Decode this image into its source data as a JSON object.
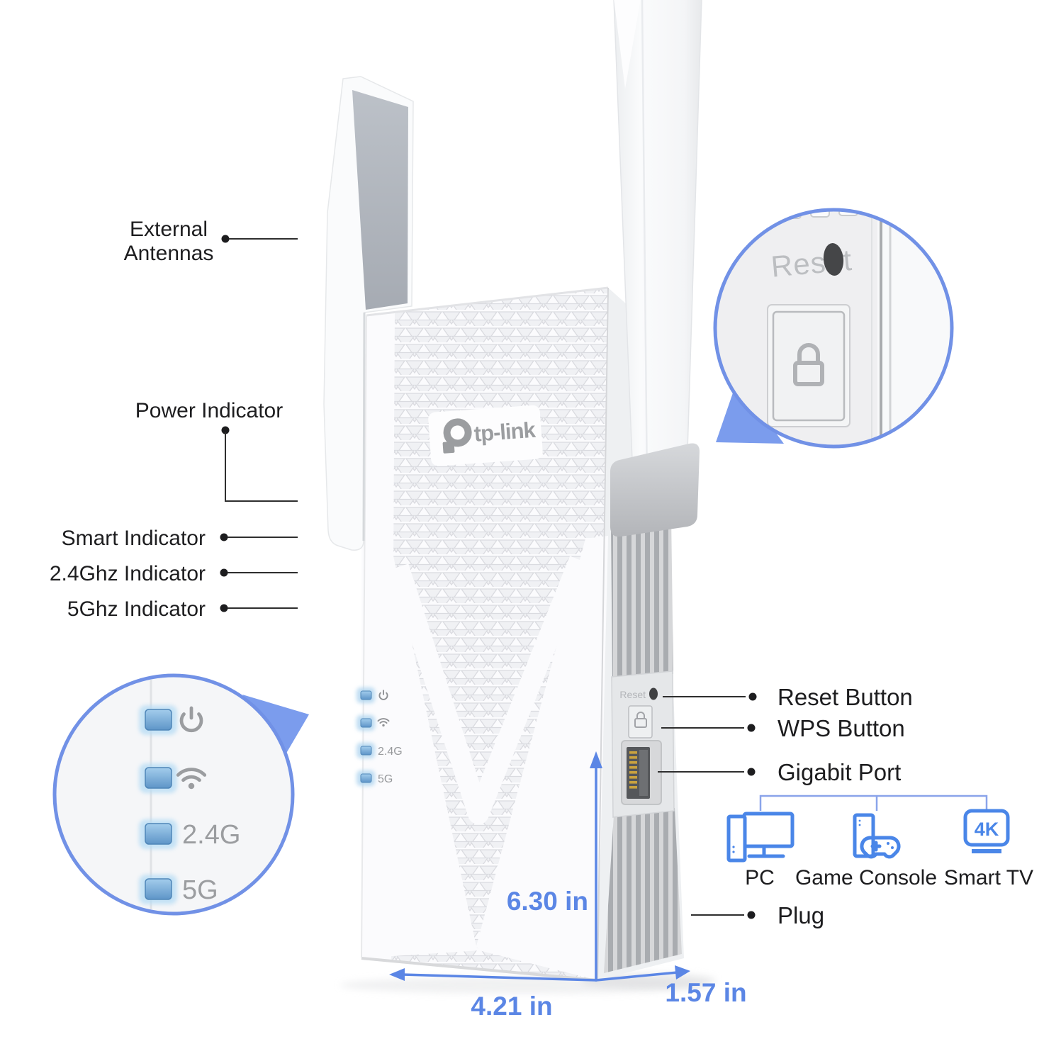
{
  "colors": {
    "accent_icons": "#4a86e8",
    "dimension_text": "#5b86e5",
    "circle_border": "#7191e6",
    "wedge_fill": "#7b9ced",
    "led_blue": "#6ea9d8",
    "label_text": "#1d1d1f",
    "logo_gray": "#9b9da0"
  },
  "callouts_left": {
    "external_antennas_line1": "External",
    "external_antennas_line2": "Antennas",
    "power": "Power Indicator",
    "smart": "Smart Indicator",
    "ghz24": "2.4Ghz Indicator",
    "ghz5": "5Ghz Indicator"
  },
  "callouts_right": {
    "reset": "Reset Button",
    "wps": "WPS Button",
    "gigabit": "Gigabit Port",
    "plug": "Plug"
  },
  "device": {
    "brand": "tp-link",
    "side_reset_label": "Reset"
  },
  "led_labels": {
    "band24": "2.4G",
    "band5": "5G"
  },
  "dimensions": {
    "height": "6.30 in",
    "width": "4.21 in",
    "depth": "1.57 in"
  },
  "connected": {
    "pc": "PC",
    "console": "Game Console",
    "tv": "Smart TV",
    "tv_badge": "4K"
  }
}
